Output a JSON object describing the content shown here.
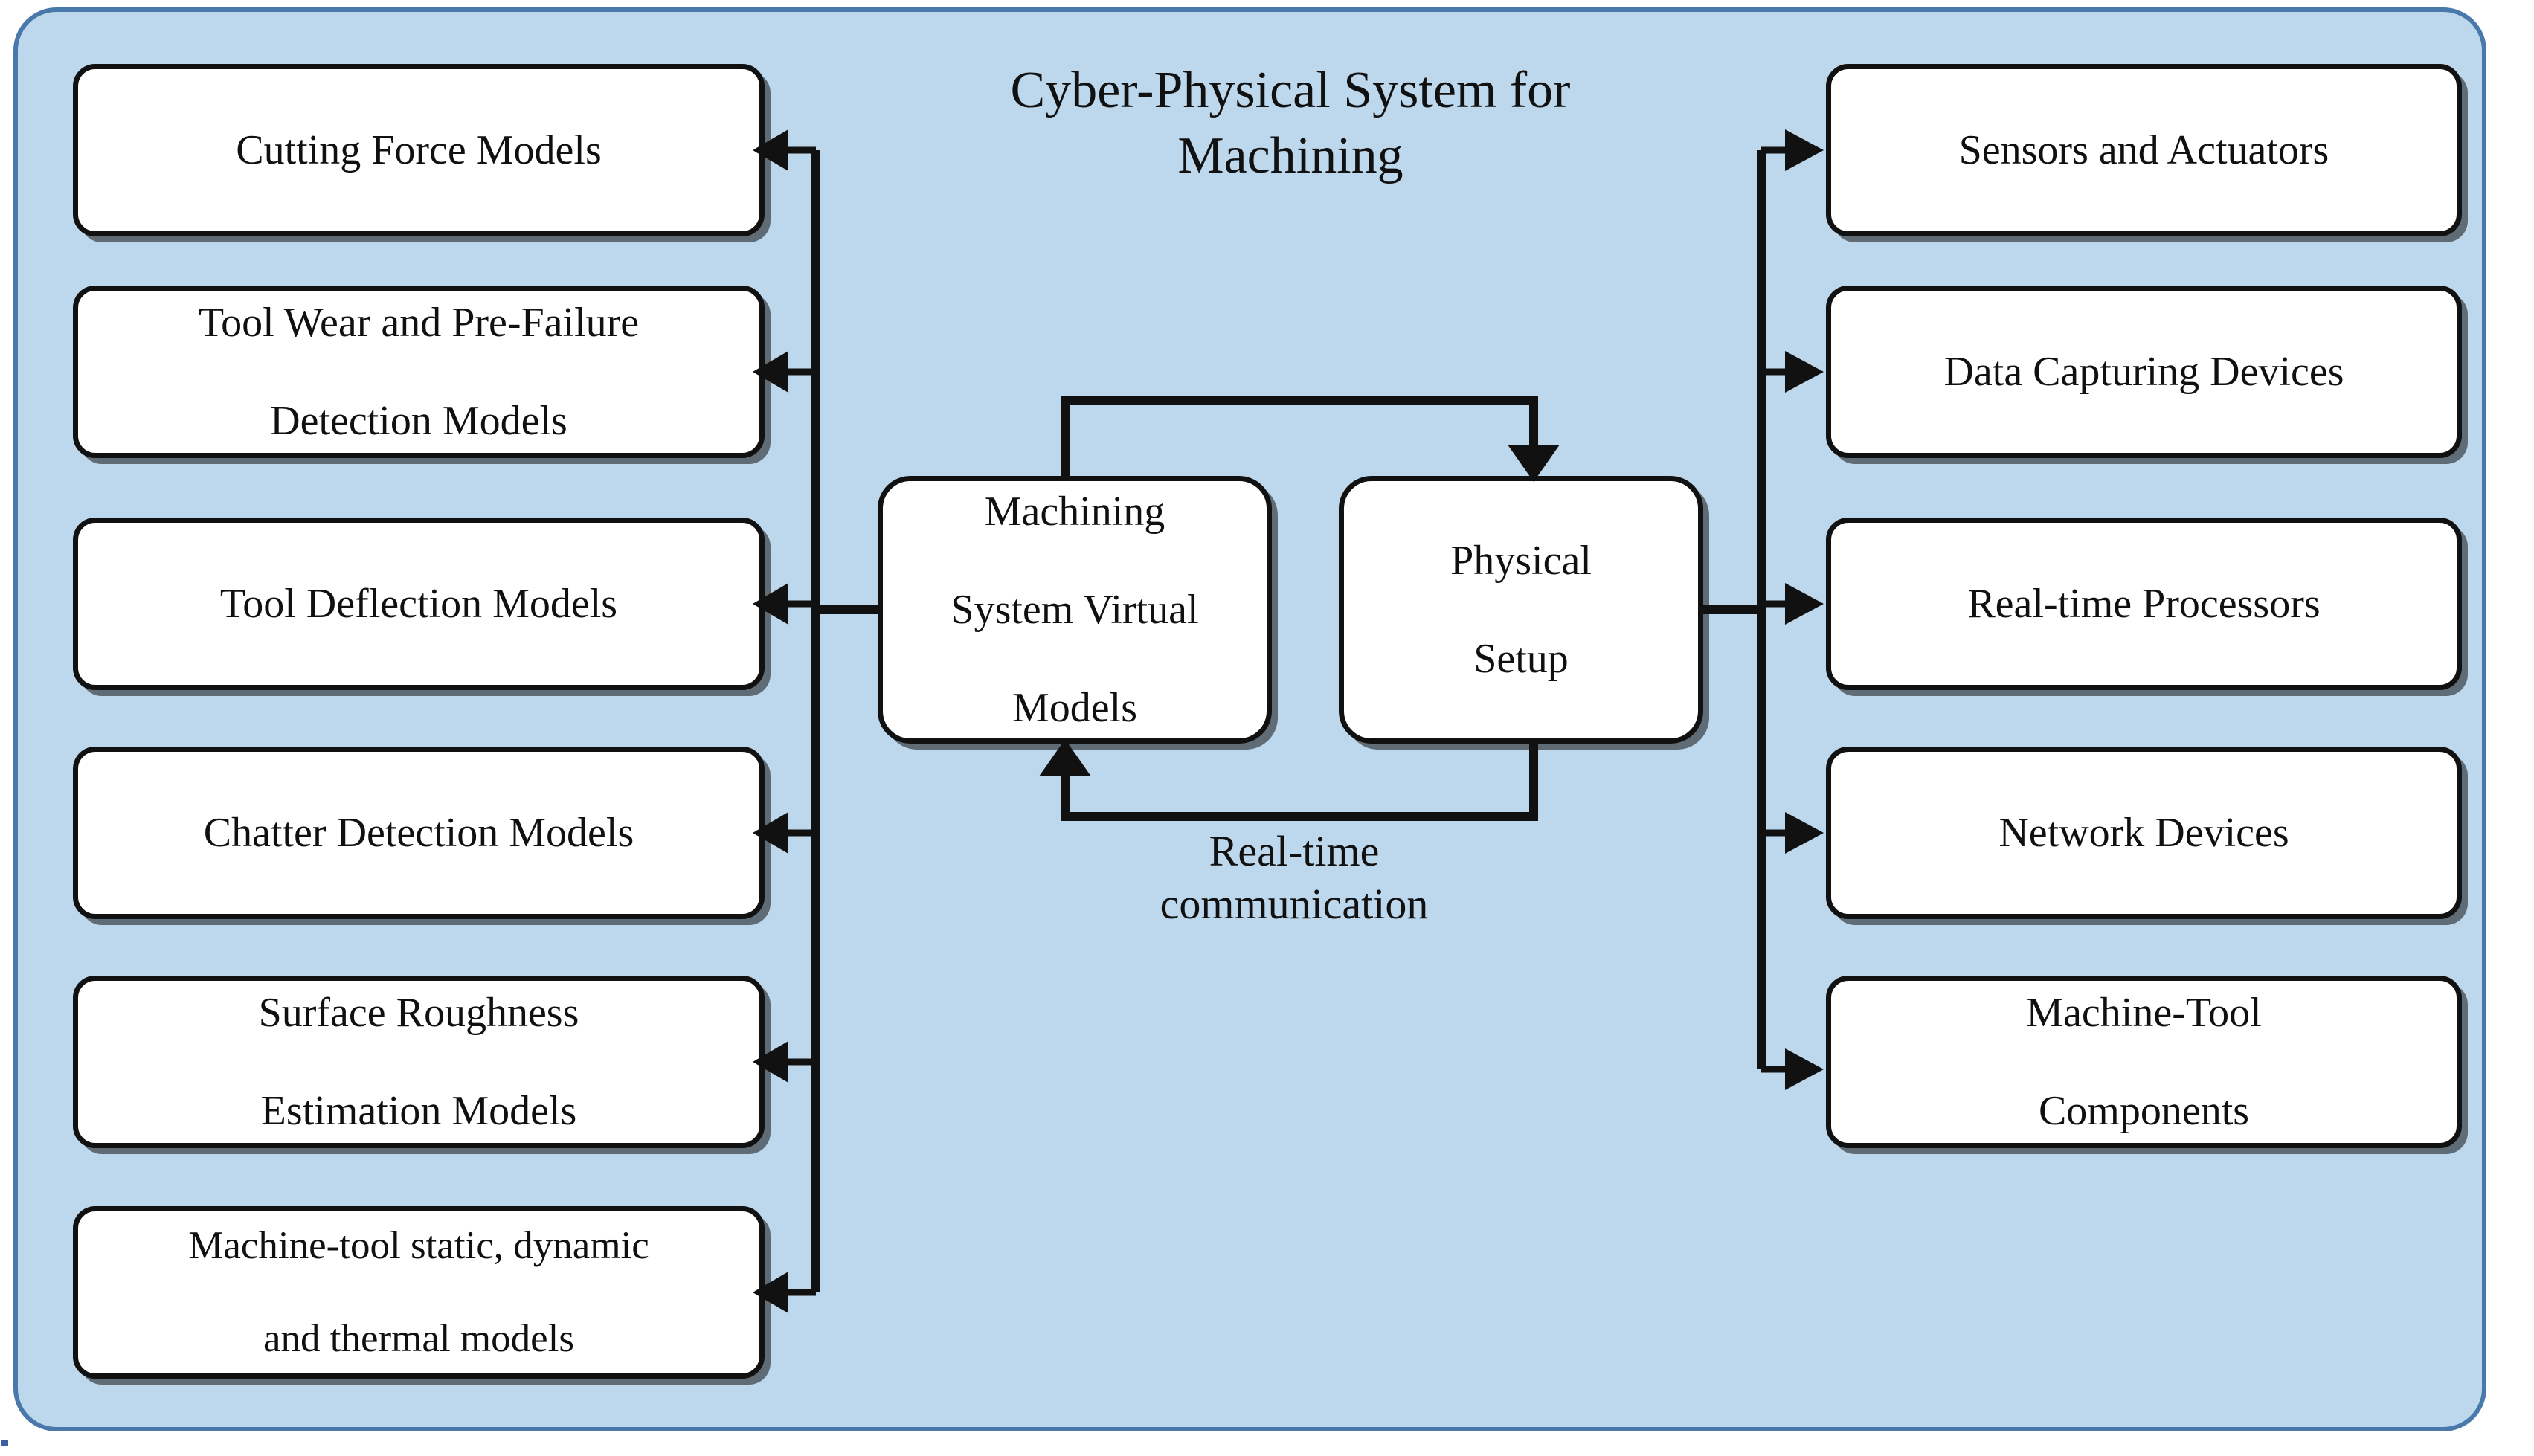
{
  "diagram": {
    "title": "Cyber-Physical System for Machining",
    "title_line1": "Cyber-Physical System for",
    "title_line2": "Machining",
    "colors": {
      "container_fill": "#bdd7ec",
      "container_border": "#4979ab",
      "node_fill": "#ffffff",
      "node_border": "#111111",
      "text": "#101010"
    }
  },
  "center": {
    "virtual_models": {
      "line1": "Machining",
      "line2": "System Virtual",
      "line3": "Models",
      "full": "Machining System Virtual Models"
    },
    "physical_setup": {
      "line1": "Physical",
      "line2": "Setup",
      "full": "Physical Setup"
    },
    "communication_label": {
      "line1": "Real-time",
      "line2": "communication",
      "full": "Real-time communication"
    }
  },
  "left_column": {
    "heading": "Machining System Virtual Models",
    "items": [
      {
        "line1": "Cutting Force Models",
        "line2": "",
        "full": "Cutting Force Models"
      },
      {
        "line1": "Tool Wear and Pre-Failure",
        "line2": "Detection Models",
        "full": "Tool Wear and Pre-Failure Detection Models"
      },
      {
        "line1": "Tool Deflection Models",
        "line2": "",
        "full": "Tool Deflection Models"
      },
      {
        "line1": "Chatter Detection Models",
        "line2": "",
        "full": "Chatter Detection Models"
      },
      {
        "line1": "Surface Roughness",
        "line2": "Estimation Models",
        "full": "Surface Roughness Estimation Models"
      },
      {
        "line1": "Machine-tool static, dynamic",
        "line2": "and thermal models",
        "full": "Machine-tool static, dynamic and thermal models"
      }
    ]
  },
  "right_column": {
    "heading": "Physical Setup",
    "items": [
      {
        "line1": "Sensors and Actuators",
        "line2": "",
        "full": "Sensors and Actuators"
      },
      {
        "line1": "Data Capturing Devices",
        "line2": "",
        "full": "Data Capturing Devices"
      },
      {
        "line1": "Real-time Processors",
        "line2": "",
        "full": "Real-time Processors"
      },
      {
        "line1": "Network Devices",
        "line2": "",
        "full": "Network Devices"
      },
      {
        "line1": "Machine-Tool",
        "line2": "Components",
        "full": "Machine-Tool Components"
      }
    ]
  }
}
